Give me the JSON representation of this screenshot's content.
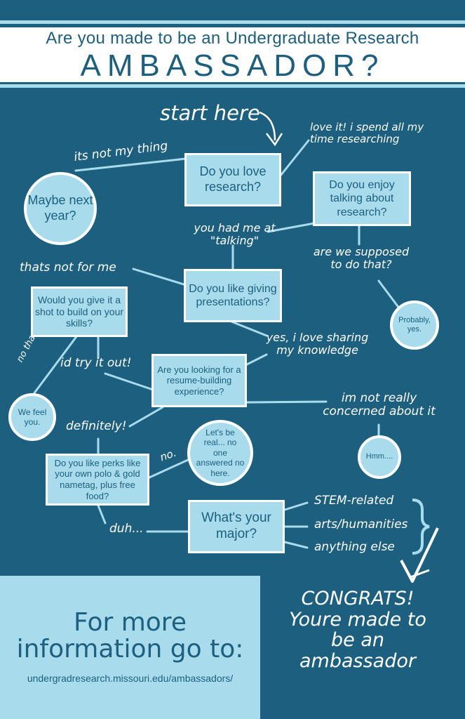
{
  "header": {
    "line1": "Are you made to be an Undergraduate Research",
    "line2": "AMBASSADOR?"
  },
  "flow": {
    "start": "start here",
    "q_love": "Do you love research?",
    "ans_not_my_thing": "its not my thing",
    "end_maybe": "Maybe next year?",
    "ans_love_it": "love it! i spend all my time researching",
    "q_enjoy_talking": "Do you enjoy talking about research?",
    "ans_had_me": "you had me at \"talking\"",
    "ans_supposed": "are we supposed to do that?",
    "end_probably": "Probably, yes.",
    "q_presentations": "Do you like giving presentations?",
    "ans_not_for_me": "thats not for me",
    "q_shot": "Would you give it a shot to build on your skills?",
    "ans_no_thanks": "no thanks",
    "end_feel_you": "We feel you.",
    "ans_try": "id try it out!",
    "ans_sharing": "yes, i love sharing my knowledge",
    "q_resume": "Are you looking for a resume-building experience?",
    "ans_not_concerned": "im not really concerned about it",
    "end_hmm": "Hmm....",
    "ans_definitely": "definitely!",
    "q_perks": "Do you like perks like your own polo & gold nametag, plus free food?",
    "ans_no": "no.",
    "end_real": "Let's be real... no one answered no here.",
    "ans_duh": "duh...",
    "q_major": "What's your major?",
    "ans_stem": "STEM-related",
    "ans_arts": "arts/humanities",
    "ans_else": "anything else"
  },
  "info": {
    "heading": "For more information go to:",
    "url": "undergradresearch.missouri.edu/ambassadors/"
  },
  "congrats": "CONGRATS! Youre made to be an ambassador"
}
